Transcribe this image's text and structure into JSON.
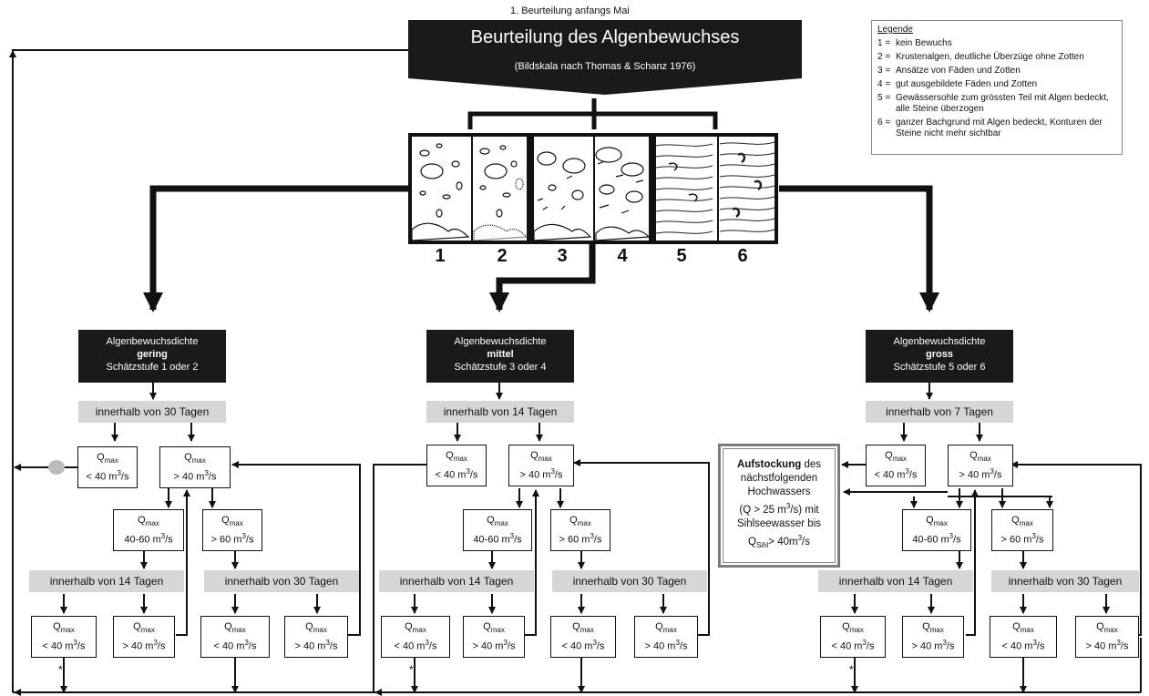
{
  "top_note": "1. Beurteilung anfangs Mai",
  "header": {
    "title": "Beurteilung des Algenbewuchses",
    "subtitle": "(Bildskala nach Thomas & Schanz 1976)"
  },
  "legend": {
    "title": "Legende",
    "items": [
      {
        "n": "1 =",
        "text": "kein Bewuchs"
      },
      {
        "n": "2 =",
        "text": "Krustenalgen, deutliche Überzüge ohne Zotten"
      },
      {
        "n": "3 =",
        "text": "Ansätze von Fäden und Zotten"
      },
      {
        "n": "4 =",
        "text": "gut ausgebildete Fäden und Zotten"
      },
      {
        "n": "5 =",
        "text": "Gewässersohle zum grössten Teil mit Algen bedeckt, alle Steine überzogen"
      },
      {
        "n": "6 =",
        "text": "ganzer Bachgrund mit Algen bedeckt, Konturen der Steine nicht mehr sichtbar"
      }
    ]
  },
  "scale_numbers": [
    "1",
    "2",
    "3",
    "4",
    "5",
    "6"
  ],
  "density": [
    {
      "line1": "Algenbewuchsdichte",
      "word": "gering",
      "line3": "Schätzstufe 1 oder  2"
    },
    {
      "line1": "Algenbewuchsdichte",
      "word": "mittel",
      "line3": "Schätzstufe 3 oder  4"
    },
    {
      "line1": "Algenbewuchsdichte",
      "word": "gross",
      "line3": "Schätzstufe 5 oder  6"
    }
  ],
  "within": {
    "d30": "innerhalb von 30 Tagen",
    "d14": "innerhalb von 14 Tagen",
    "d7": "innerhalb von 7 Tagen"
  },
  "q": {
    "label": "Q",
    "sub": "max",
    "lt40": "< 40 m",
    "gt40": "> 40 m",
    "r4060": "40-60 m",
    "gt60": "> 60 m",
    "unit_tail": "/s",
    "exp": "3"
  },
  "aufstockung": {
    "bold": "Aufstockung",
    "rest1": " des",
    "l2": "nächstfolgenden",
    "l3": "Hochwassers",
    "l4": "(Q > 25 m",
    "l4b": "/s) mit",
    "l5": "Sihlseewasser bis",
    "l6": "Q",
    "l6sub": "Sihl",
    "l6b": "> 40m",
    "l6c": "/s"
  },
  "star": "*"
}
